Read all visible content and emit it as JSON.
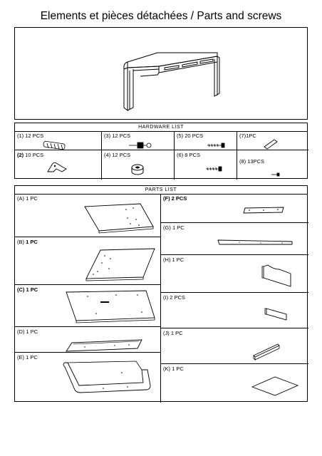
{
  "title": "Elements et pièces détachées / Parts and screws",
  "hardware": {
    "header": "HARDWARE LIST",
    "items": [
      {
        "num": "(1)",
        "qty": "12 PCS"
      },
      {
        "num": "(3)",
        "qty": "12 PCS"
      },
      {
        "num": "(5)",
        "qty": "20 PCS"
      },
      {
        "num": "(7)",
        "qty": "1PC"
      },
      {
        "num": "(2)",
        "qty": "10 PCS"
      },
      {
        "num": "(4)",
        "qty": "12 PCS"
      },
      {
        "num": "(6)",
        "qty": "8 PCS"
      },
      {
        "num": "(8)",
        "qty": "13PCS"
      }
    ]
  },
  "parts": {
    "header": "PARTS LIST",
    "left": [
      {
        "id": "(A)",
        "qty": "1 PC"
      },
      {
        "id": "(B)",
        "qty": "1 PC"
      },
      {
        "id": "(C)",
        "qty": "1 PC"
      },
      {
        "id": "(D)",
        "qty": "1 PC"
      },
      {
        "id": "(E)",
        "qty": "1 PC"
      }
    ],
    "right": [
      {
        "id": "(F)",
        "qty": "2 PCS"
      },
      {
        "id": "(G)",
        "qty": "1 PC"
      },
      {
        "id": "(H)",
        "qty": "1 PC"
      },
      {
        "id": "(I)",
        "qty": "2 PCS"
      },
      {
        "id": "(J)",
        "qty": "1 PC"
      },
      {
        "id": "(K)",
        "qty": "1 PC"
      }
    ]
  }
}
